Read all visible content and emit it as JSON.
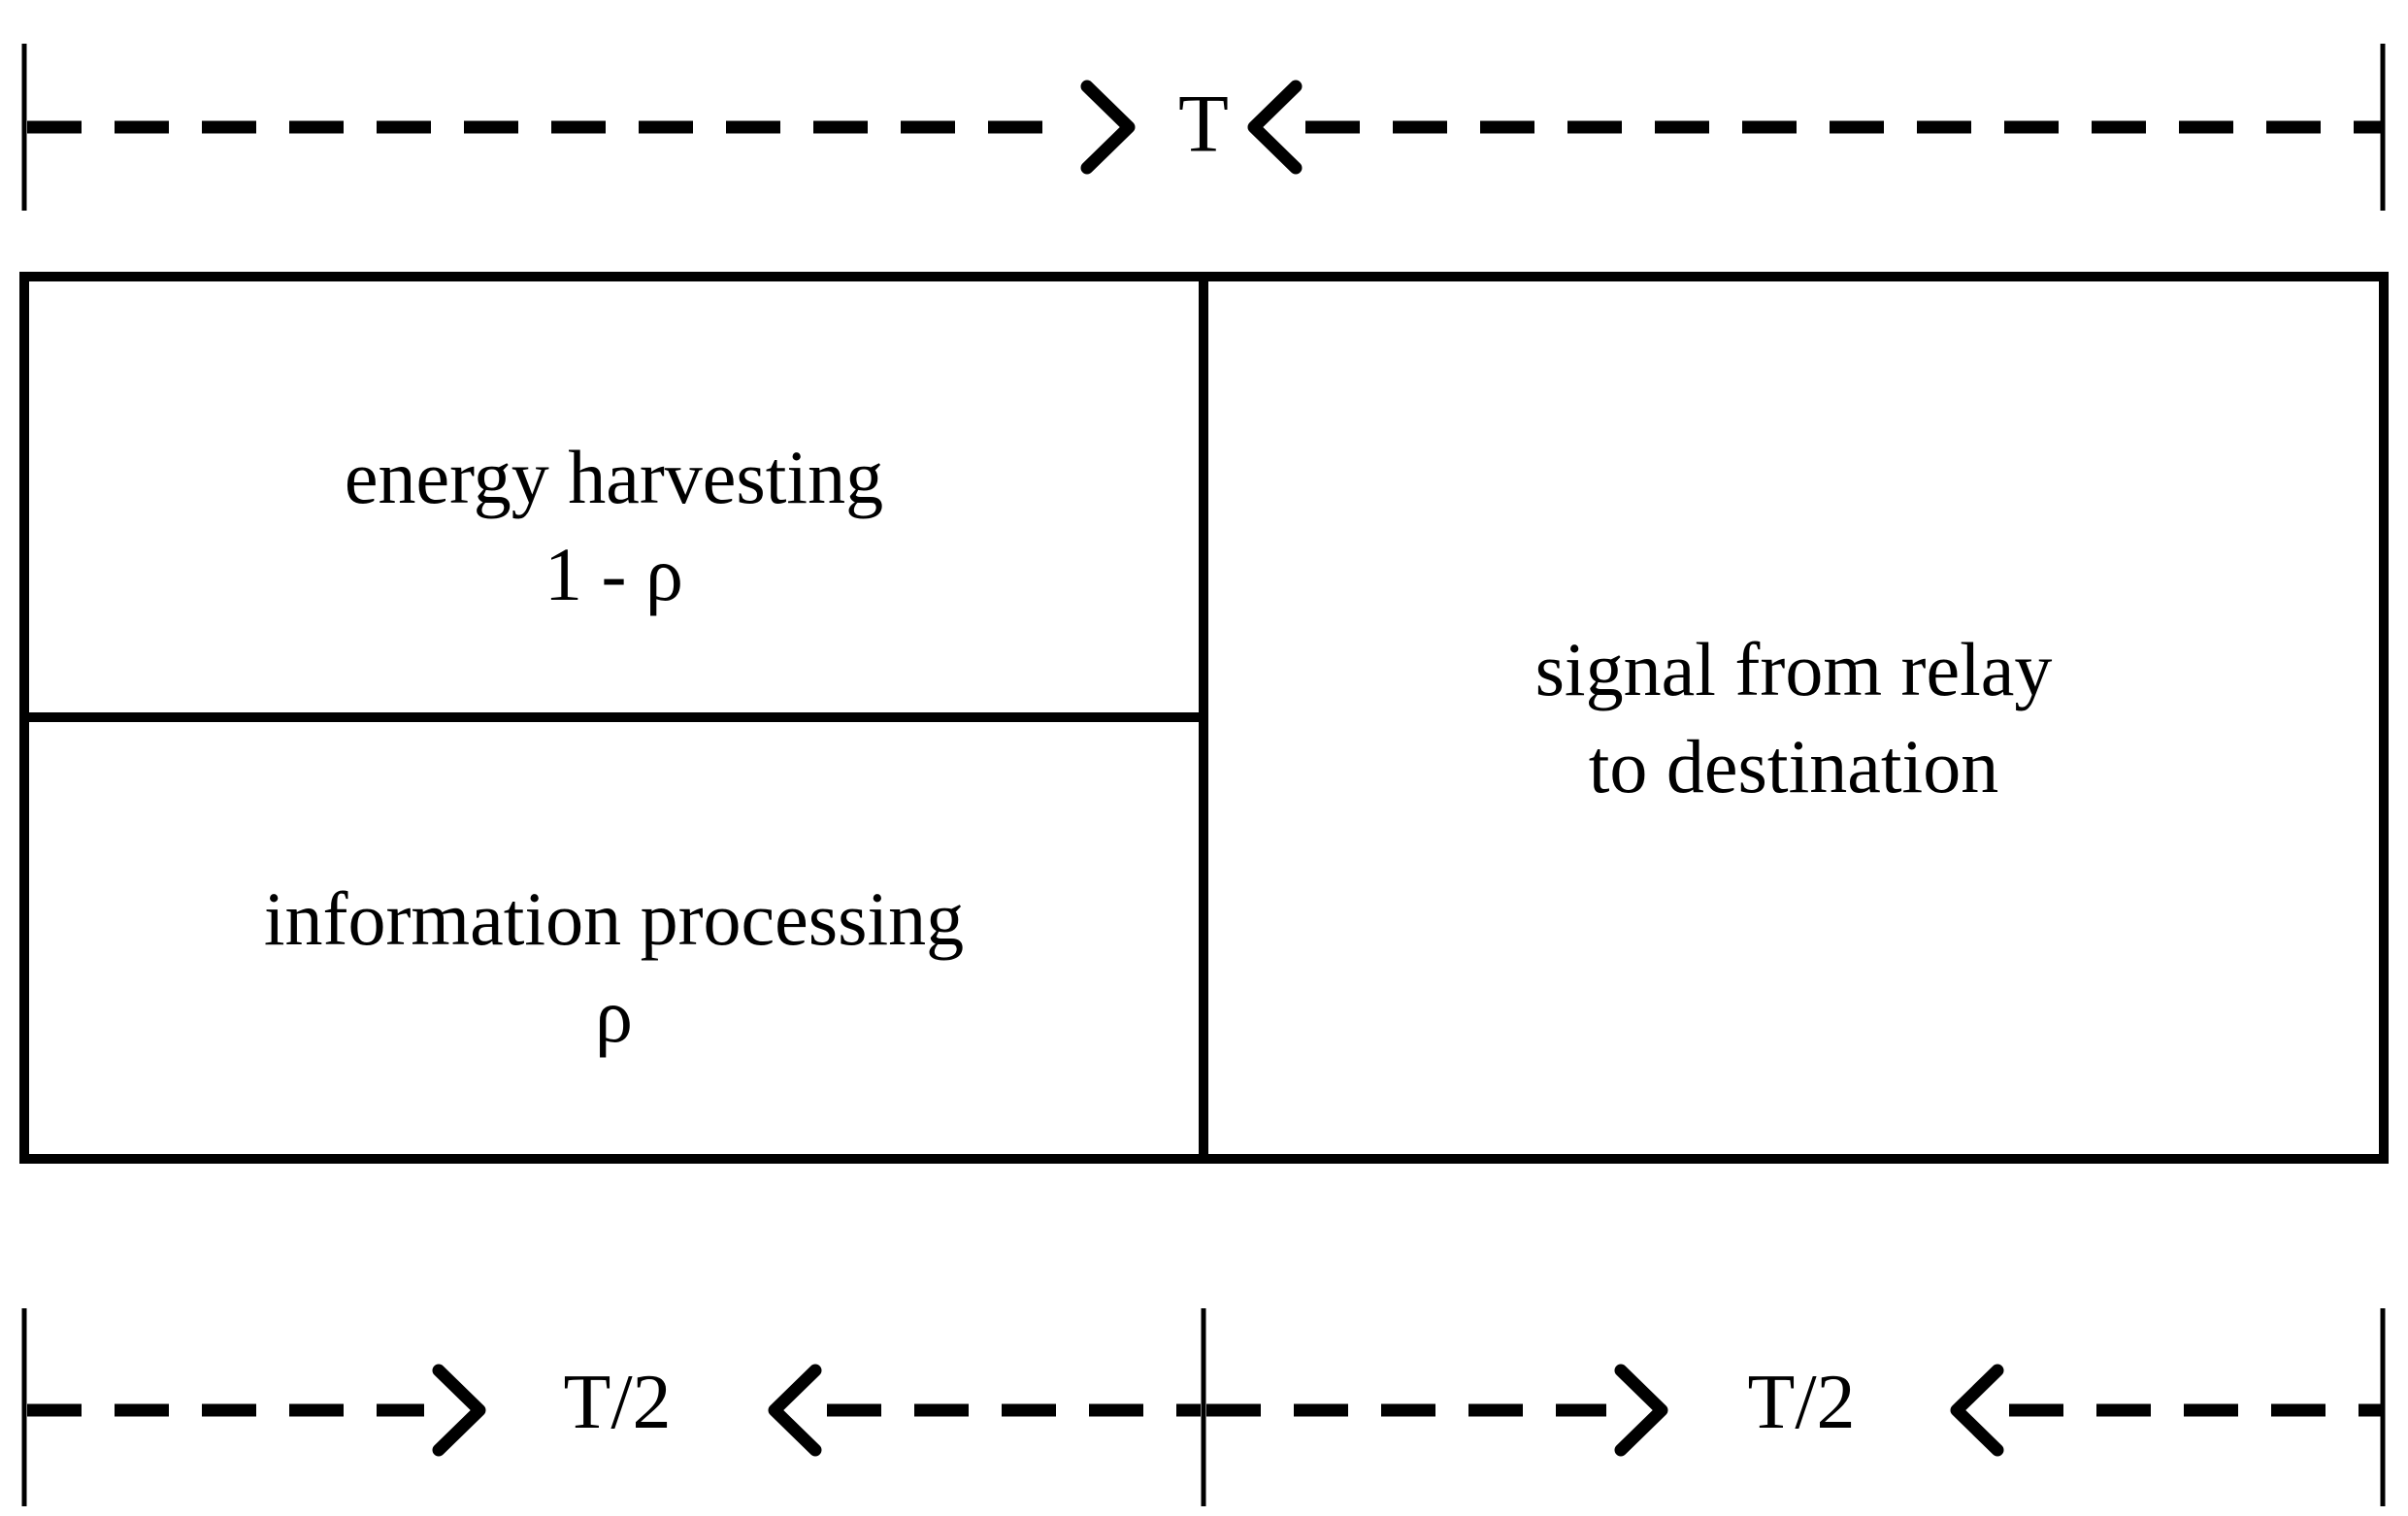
{
  "colors": {
    "ink": "#000000",
    "background": "#ffffff"
  },
  "top_measure": {
    "label": "T"
  },
  "slots": {
    "energy_harvesting": {
      "line1": "energy harvesting",
      "line2": "1 - ρ"
    },
    "information_processing": {
      "line1": "information processing",
      "line2": "ρ"
    },
    "relay_to_destination": {
      "line1": "signal from relay",
      "line2": "to destination"
    }
  },
  "bottom_measure": {
    "first_half_label": "T/2",
    "second_half_label": "T/2"
  }
}
